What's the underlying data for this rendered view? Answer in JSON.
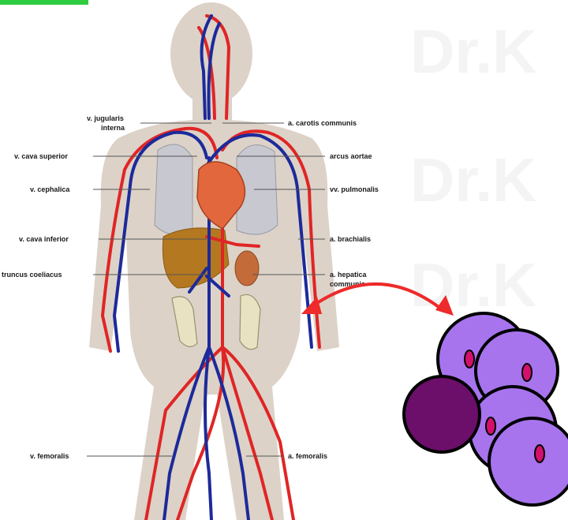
{
  "watermark": [
    "Dr.K",
    "Dr.K",
    "Dr.K"
  ],
  "labels_left": [
    "v. jugularis",
    "interna",
    "v. cava superior",
    "v. cephalica",
    "v. cava inferior",
    "truncus coeliacus",
    "v. femoralis"
  ],
  "labels_right": [
    "a. carotis communis",
    "arcus aortae",
    "vv. pulmonalis",
    "a. brachialis",
    "a. hepatica",
    "communis",
    "a. femoralis"
  ],
  "colors": {
    "body": "#dcd2c8",
    "artery": "#e02525",
    "vein": "#1c2a9a",
    "heart": "#e3673d",
    "liver": "#b47820",
    "lung": "#c8c8d0",
    "cell": "#a774ee",
    "cell_dark": "#6b0f6b",
    "nucleus": "#d4106c",
    "green_bar": "#2ecc40",
    "arrow": "#ee2a2a"
  }
}
